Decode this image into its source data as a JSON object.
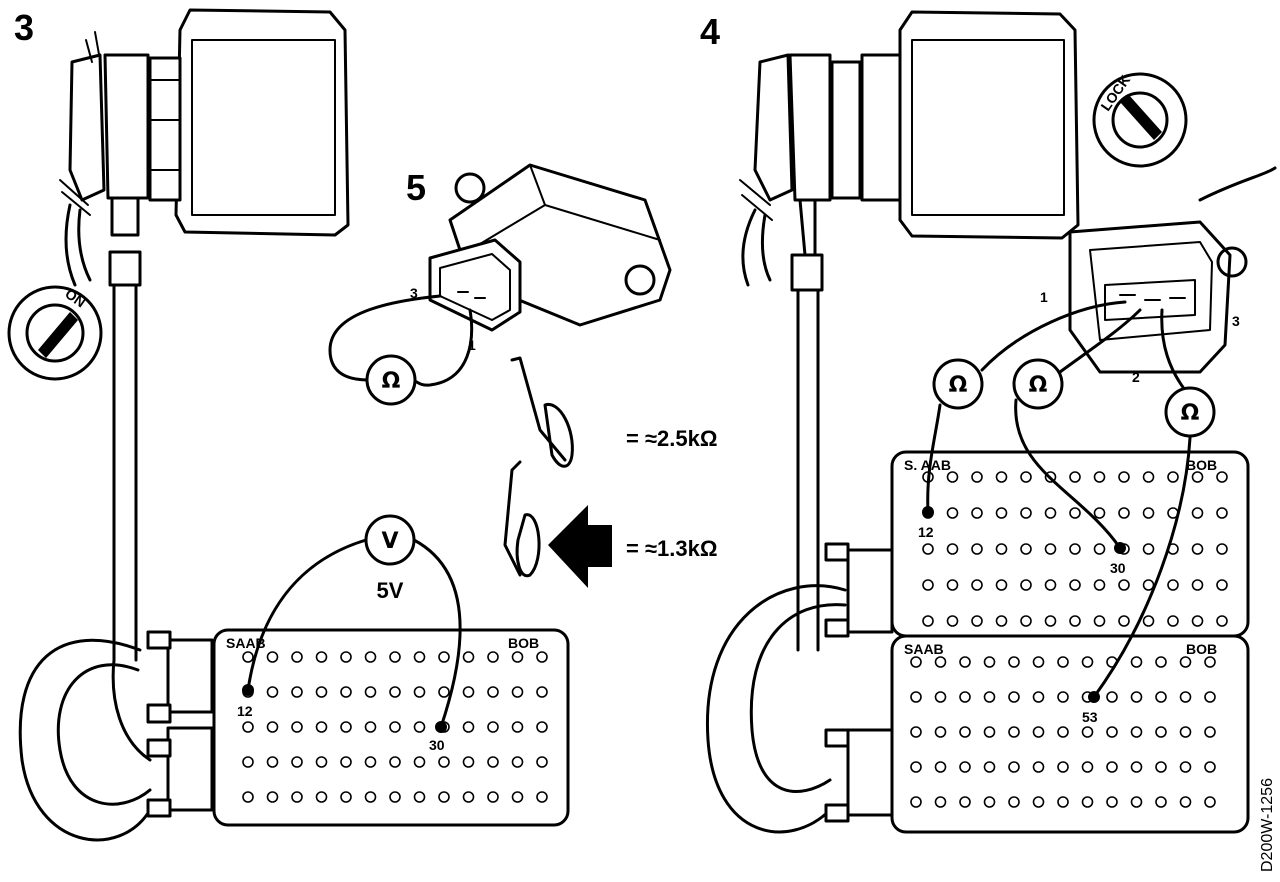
{
  "steps": {
    "left": "3",
    "right": "4",
    "middle": "5"
  },
  "switch": {
    "on": "ON",
    "lock": "LOCK"
  },
  "meters": {
    "volt_symbol": "V",
    "ohm_symbol": "Ω",
    "voltage": "5V"
  },
  "bob": {
    "brand_left": "SAAB",
    "brand_left_upper": "S. AAB",
    "brand_right": "BOB"
  },
  "pins": {
    "p12": "12",
    "p30": "30",
    "p53": "53"
  },
  "connector_pins": {
    "one": "1",
    "two": "2",
    "three": "3"
  },
  "readings": {
    "closed": "= ≈2.5kΩ",
    "open": "= ≈1.3kΩ"
  },
  "figure_code": "D200W-1256"
}
